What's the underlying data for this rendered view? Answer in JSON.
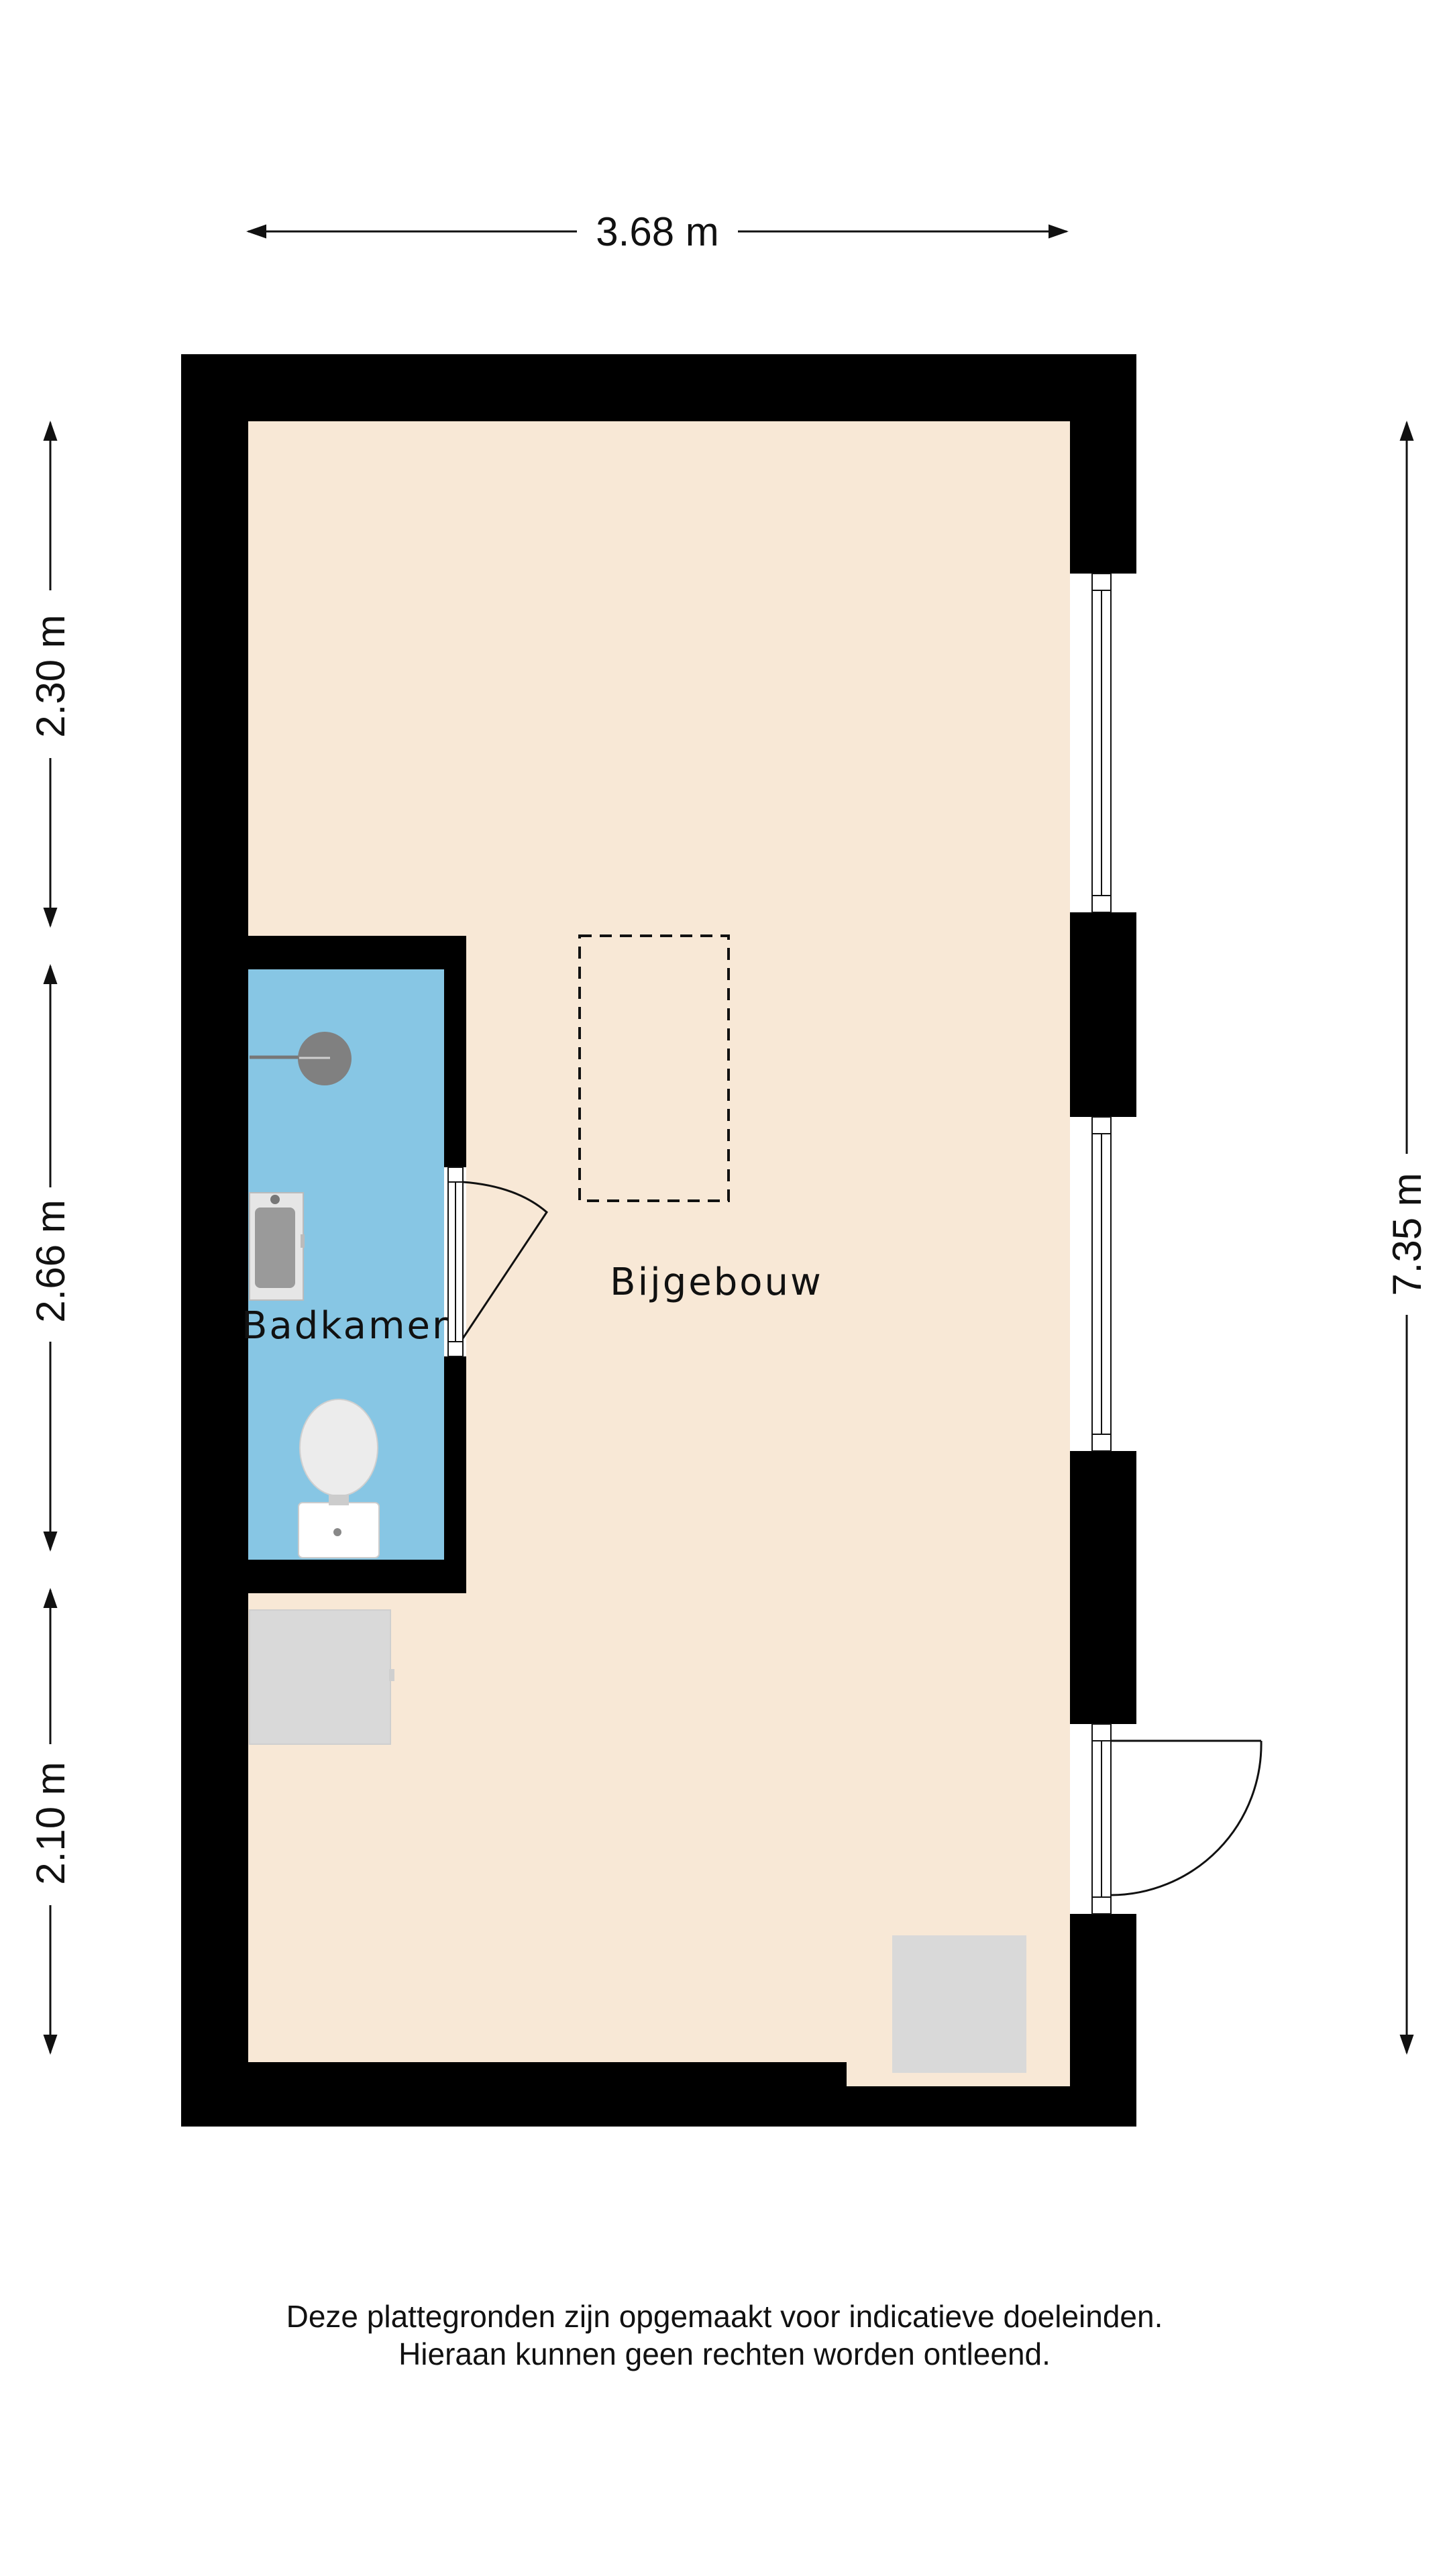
{
  "dimensions": {
    "top_width": "3.68 m",
    "left_segment_1": "2.30 m",
    "left_segment_2": "2.66 m",
    "left_segment_3": "2.10 m",
    "right_total": "7.35 m"
  },
  "rooms": {
    "main": "Bijgebouw",
    "bathroom": "Badkamer"
  },
  "disclaimer": {
    "line1": "Deze plattegronden zijn opgemaakt voor indicatieve doeleinden.",
    "line2": "Hieraan kunnen geen rechten worden ontleend."
  },
  "colors": {
    "wall": "#000000",
    "floor": "#f8e8d6",
    "bathroom_floor": "#87c6e4",
    "fixture": "#d9d9d9"
  }
}
